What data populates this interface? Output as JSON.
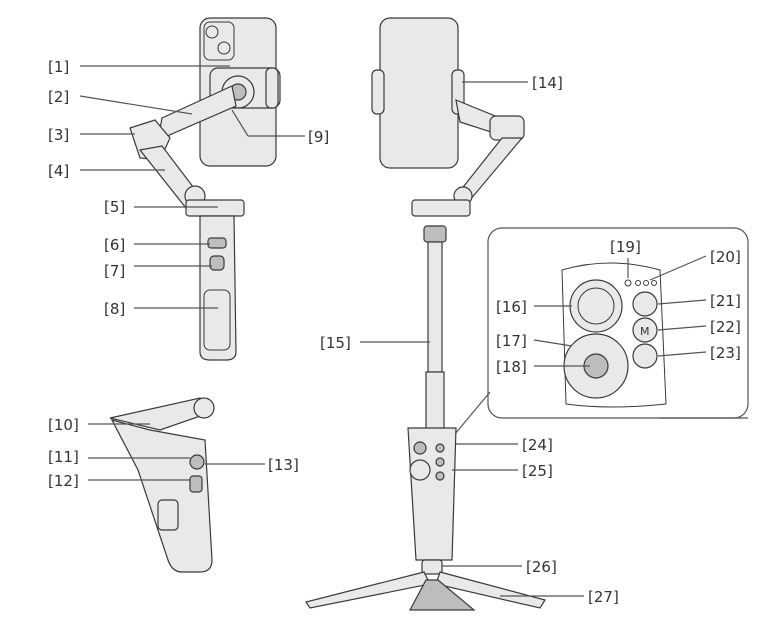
{
  "callouts": {
    "c1": "[1]",
    "c2": "[2]",
    "c3": "[3]",
    "c4": "[4]",
    "c5": "[5]",
    "c6": "[6]",
    "c7": "[7]",
    "c8": "[8]",
    "c9": "[9]",
    "c10": "[10]",
    "c11": "[11]",
    "c12": "[12]",
    "c13": "[13]",
    "c14": "[14]",
    "c15": "[15]",
    "c16": "[16]",
    "c17": "[17]",
    "c18": "[18]",
    "c19": "[19]",
    "c20": "[20]",
    "c21": "[21]",
    "c22": "[22]",
    "c23": "[23]",
    "c24": "[24]",
    "c25": "[25]",
    "c26": "[26]",
    "c27": "[27]"
  },
  "button_letter_m": "M",
  "colors": {
    "line": "#555555",
    "body": "#e9e9e9",
    "outline": "#3a3a3a"
  }
}
